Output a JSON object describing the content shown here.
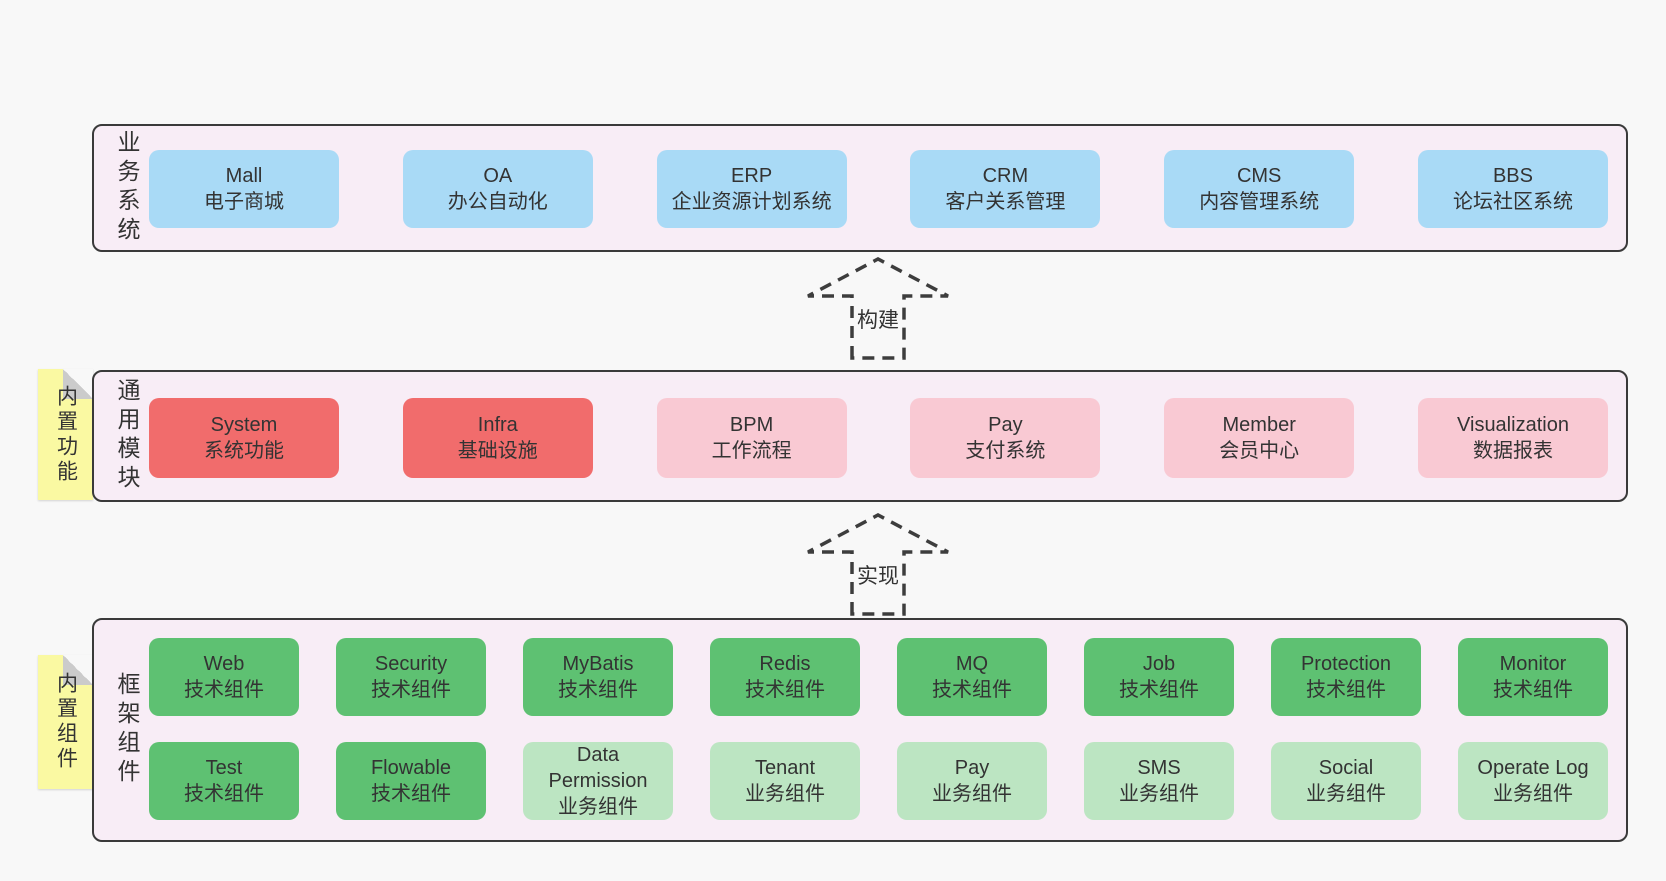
{
  "colors": {
    "canvas_bg": "#f8f8f8",
    "panel_bg": "#f8edf6",
    "panel_border": "#3a3a3a",
    "sticky_yellow": "#faf9a2",
    "sticky_fold_gray": "#cbcbcb",
    "arrow_stroke": "#3d3d3d",
    "text": "#333333",
    "box": {
      "blue": "#a9daf6",
      "red": "#f16c6c",
      "pink": "#f9c9d3",
      "green": "#5ec172",
      "light_green": "#bce5c2"
    }
  },
  "stickies": [
    {
      "id": "builtin-features",
      "label": "内置功能"
    },
    {
      "id": "builtin-components",
      "label": "内置组件"
    }
  ],
  "arrows": [
    {
      "id": "build",
      "label": "构建"
    },
    {
      "id": "implement",
      "label": "实现"
    }
  ],
  "panels": [
    {
      "id": "business-systems",
      "label": "业务系统",
      "rows": [
        [
          {
            "en": "Mall",
            "zh": "电子商城",
            "variant": "blue"
          },
          {
            "en": "OA",
            "zh": "办公自动化",
            "variant": "blue"
          },
          {
            "en": "ERP",
            "zh": "企业资源计划系统",
            "variant": "blue"
          },
          {
            "en": "CRM",
            "zh": "客户关系管理",
            "variant": "blue"
          },
          {
            "en": "CMS",
            "zh": "内容管理系统",
            "variant": "blue"
          },
          {
            "en": "BBS",
            "zh": "论坛社区系统",
            "variant": "blue"
          }
        ]
      ]
    },
    {
      "id": "common-modules",
      "label": "通用模块",
      "rows": [
        [
          {
            "en": "System",
            "zh": "系统功能",
            "variant": "red"
          },
          {
            "en": "Infra",
            "zh": "基础设施",
            "variant": "red"
          },
          {
            "en": "BPM",
            "zh": "工作流程",
            "variant": "pink"
          },
          {
            "en": "Pay",
            "zh": "支付系统",
            "variant": "pink"
          },
          {
            "en": "Member",
            "zh": "会员中心",
            "variant": "pink"
          },
          {
            "en": "Visualization",
            "zh": "数据报表",
            "variant": "pink"
          }
        ]
      ]
    },
    {
      "id": "framework-components",
      "label": "框架组件",
      "rows": [
        [
          {
            "en": "Web",
            "zh": "技术组件",
            "variant": "green"
          },
          {
            "en": "Security",
            "zh": "技术组件",
            "variant": "green"
          },
          {
            "en": "MyBatis",
            "zh": "技术组件",
            "variant": "green"
          },
          {
            "en": "Redis",
            "zh": "技术组件",
            "variant": "green"
          },
          {
            "en": "MQ",
            "zh": "技术组件",
            "variant": "green"
          },
          {
            "en": "Job",
            "zh": "技术组件",
            "variant": "green"
          },
          {
            "en": "Protection",
            "zh": "技术组件",
            "variant": "green"
          },
          {
            "en": "Monitor",
            "zh": "技术组件",
            "variant": "green"
          }
        ],
        [
          {
            "en": "Test",
            "zh": "技术组件",
            "variant": "green"
          },
          {
            "en": "Flowable",
            "zh": "技术组件",
            "variant": "green"
          },
          {
            "en": "Data Permission",
            "zh": "业务组件",
            "variant": "light_green"
          },
          {
            "en": "Tenant",
            "zh": "业务组件",
            "variant": "light_green"
          },
          {
            "en": "Pay",
            "zh": "业务组件",
            "variant": "light_green"
          },
          {
            "en": "SMS",
            "zh": "业务组件",
            "variant": "light_green"
          },
          {
            "en": "Social",
            "zh": "业务组件",
            "variant": "light_green"
          },
          {
            "en": "Operate Log",
            "zh": "业务组件",
            "variant": "light_green"
          }
        ]
      ]
    }
  ]
}
